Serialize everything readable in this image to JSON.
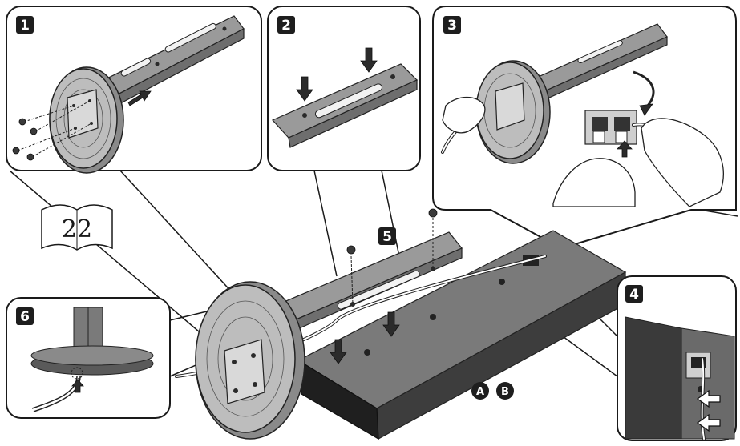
{
  "steps": [
    "1",
    "2",
    "3",
    "4",
    "5",
    "6"
  ],
  "manual_page_ref": "22",
  "labels": [
    "A",
    "B"
  ]
}
